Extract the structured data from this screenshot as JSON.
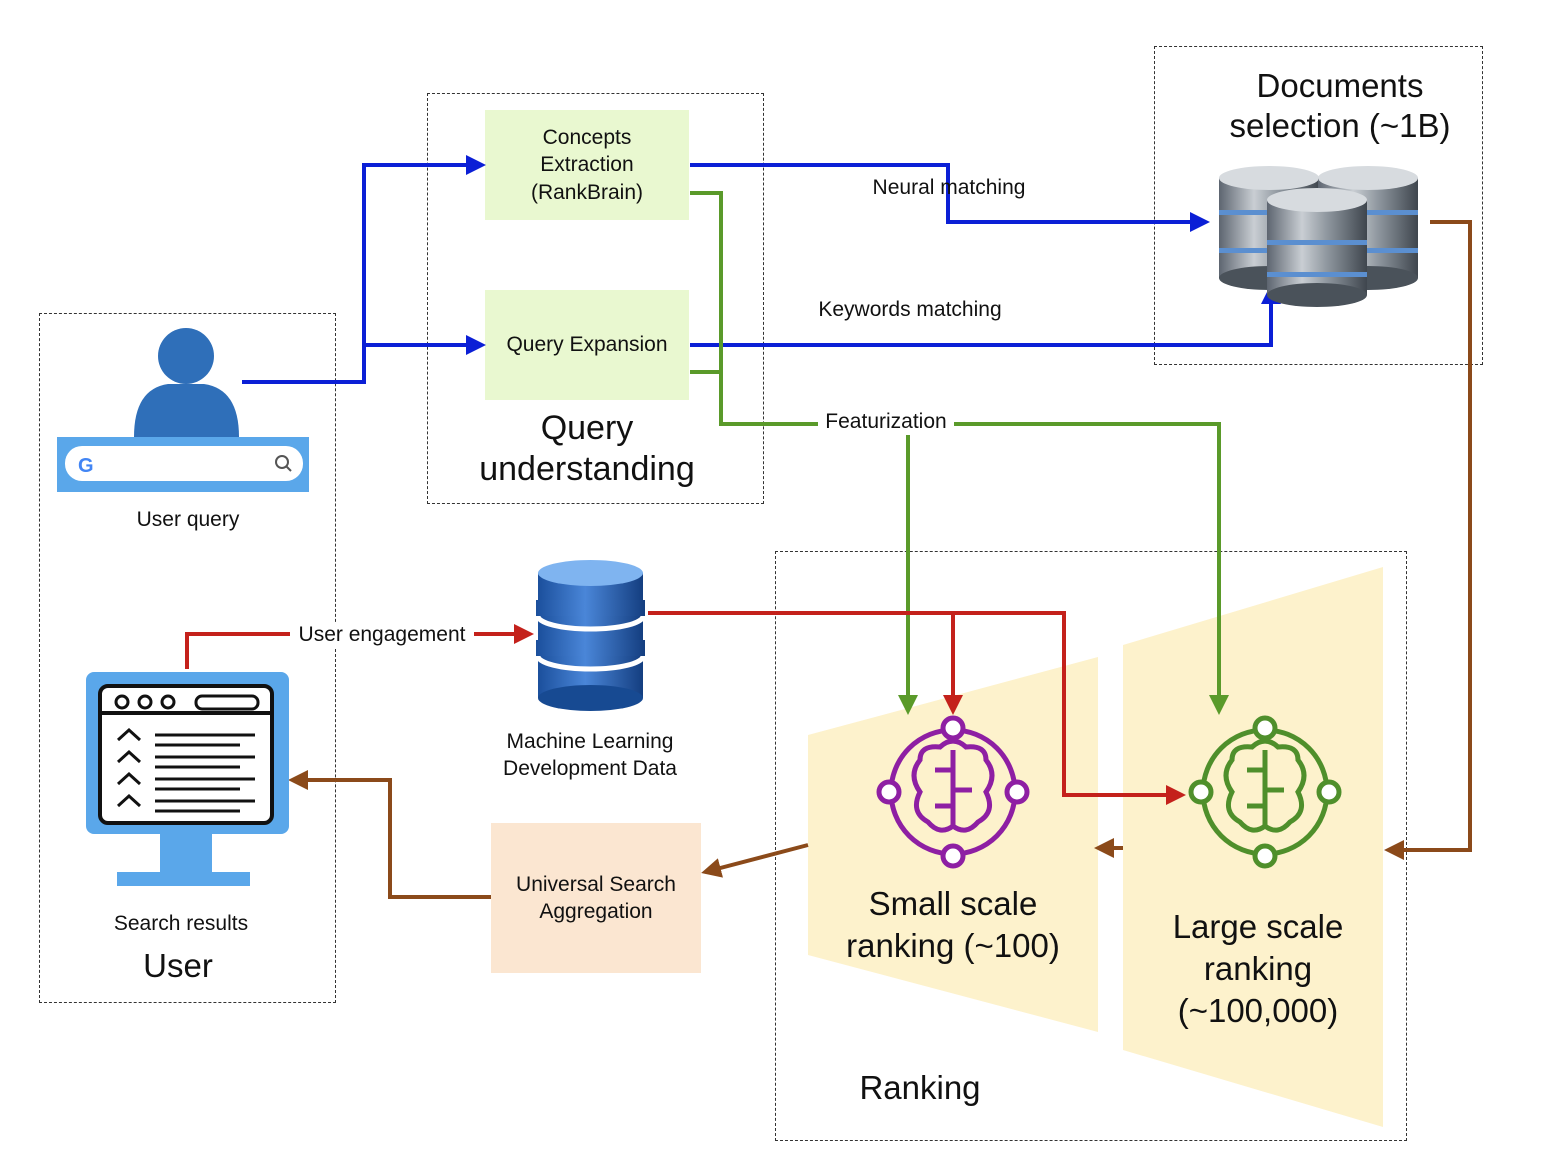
{
  "user_group": {
    "title": "User",
    "user_query_label": "User query",
    "search_results_label": "Search results"
  },
  "query_understanding": {
    "title_line1": "Query",
    "title_line2": "understanding",
    "concepts_line1": "Concepts",
    "concepts_line2": "Extraction",
    "concepts_line3": "(RankBrain)",
    "expansion": "Query Expansion"
  },
  "documents": {
    "title_line1": "Documents",
    "title_line2": "selection (~1B)"
  },
  "edges": {
    "neural": "Neural matching",
    "keywords": "Keywords matching",
    "featurization": "Featurization",
    "engagement": "User engagement"
  },
  "ml_data": {
    "line1": "Machine Learning",
    "line2": "Development Data"
  },
  "aggregation": {
    "line1": "Universal Search",
    "line2": "Aggregation"
  },
  "ranking": {
    "title": "Ranking",
    "small_line1": "Small scale",
    "small_line2": "ranking (~100)",
    "large_line1": "Large scale",
    "large_line2": "ranking",
    "large_line3": "(~100,000)"
  },
  "colors": {
    "blue": "#0b1fd6",
    "green": "#5a9a2a",
    "red": "#c4211b",
    "brown": "#8b4a1a",
    "purple": "#8e1fa3",
    "ai_green": "#4f8f2b",
    "box_green": "#e9f8d0",
    "box_peach": "#fbe6d1",
    "funnel": "#fdf2cc"
  },
  "icons": [
    "user-avatar-icon",
    "google-search-bar-icon",
    "monitor-icon",
    "database-icon",
    "ai-brain-icon"
  ]
}
